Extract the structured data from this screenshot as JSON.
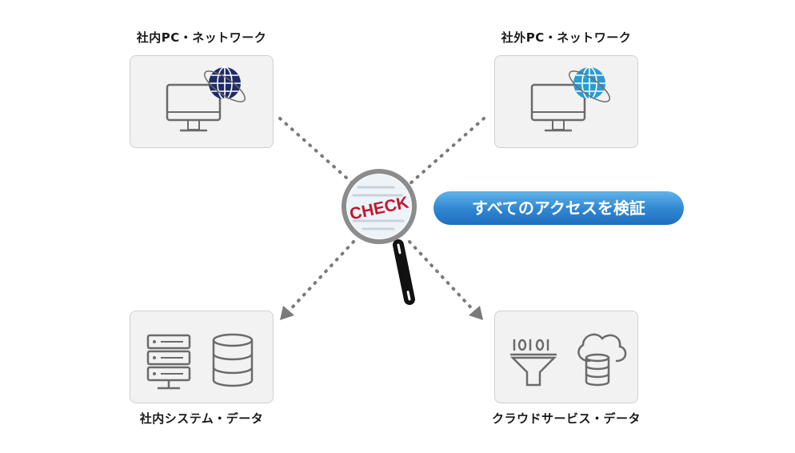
{
  "nodes": {
    "internal_pc": {
      "label": "社内PC・ネットワーク"
    },
    "external_pc": {
      "label": "社外PC・ネットワーク"
    },
    "internal_system": {
      "label": "社内システム・データ"
    },
    "cloud_service": {
      "label": "クラウドサービス・データ"
    }
  },
  "magnifier": {
    "text": "CHECK"
  },
  "badge": {
    "text": "すべてのアクセスを検証"
  },
  "colors": {
    "internal_globe": "#1f2a6b",
    "external_globe": "#2a9bd6",
    "check_text": "#c0192e",
    "arrow": "#7a7a7a",
    "badge": "#2f86d0"
  }
}
